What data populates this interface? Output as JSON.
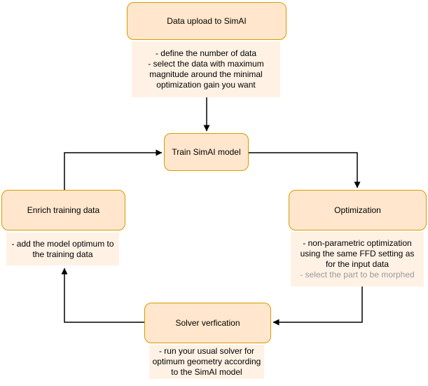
{
  "diagram": {
    "type": "flowchart",
    "colors": {
      "box_fill": "#ffe6cc",
      "box_border": "#d79b00",
      "note_fill": "#fff2e5",
      "text": "#000000",
      "muted_text": "#999999",
      "arrow": "#000000"
    },
    "nodes": {
      "upload": {
        "label": "Data upload to SimAI",
        "notes": [
          "- define the number of data",
          "- select the data with maximum",
          "magnitude around the minimal",
          "optimization gain you want"
        ]
      },
      "train": {
        "label": "Train SimAI model"
      },
      "enrich": {
        "label": "Enrich training data",
        "notes": [
          "- add the model optimum to",
          "the training data"
        ]
      },
      "optimization": {
        "label": "Optimization",
        "notes": [
          "- non-parametric optimization",
          "using the same FFD setting as",
          "for the input data",
          "- select the part to be morphed"
        ]
      },
      "solver": {
        "label": "Solver verfication",
        "notes": [
          "- run your usual solver for",
          "optimum geometry according",
          "to the SimAI model"
        ]
      }
    },
    "edges": [
      {
        "from": "upload",
        "to": "train"
      },
      {
        "from": "enrich",
        "to": "train"
      },
      {
        "from": "train",
        "to": "optimization"
      },
      {
        "from": "optimization",
        "to": "solver"
      },
      {
        "from": "solver",
        "to": "enrich"
      }
    ]
  }
}
